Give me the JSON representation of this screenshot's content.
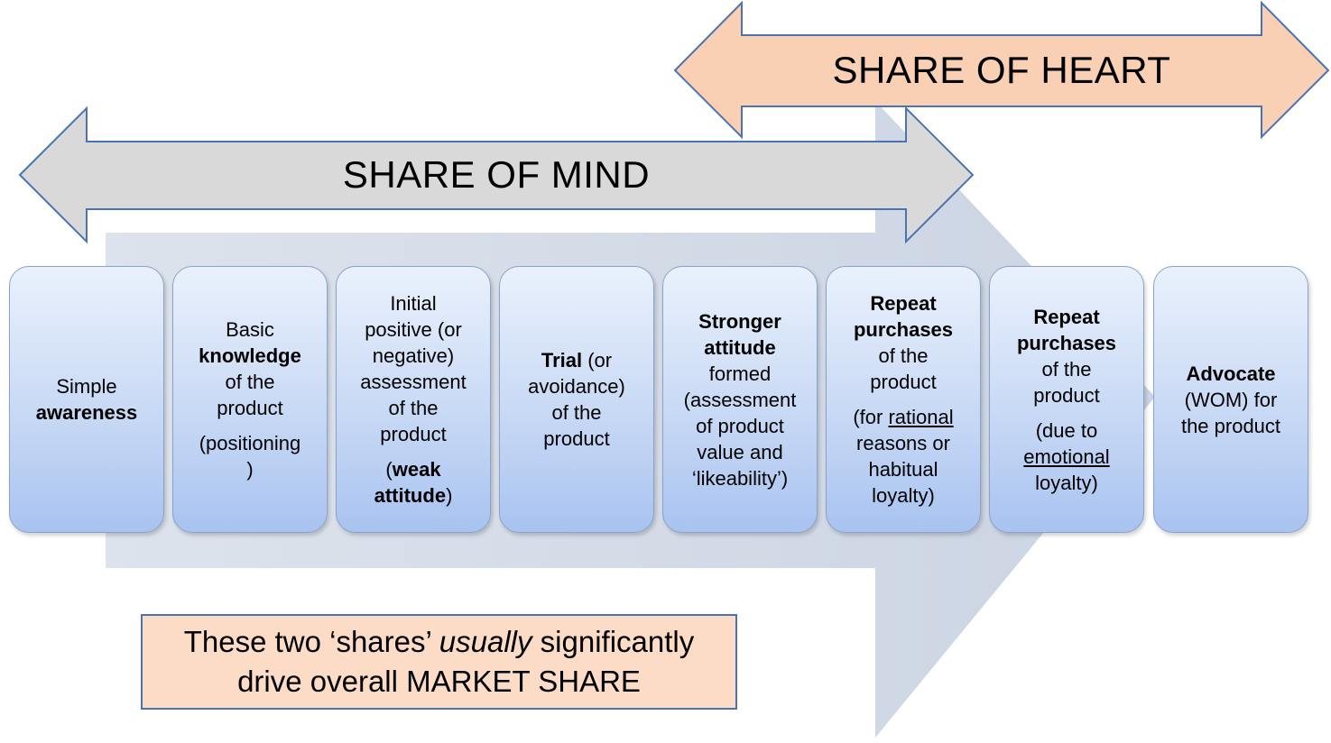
{
  "share_of_heart": "SHARE OF HEART",
  "share_of_mind": "SHARE OF MIND",
  "steps": [
    {
      "lines": [
        [
          [
            "Simple",
            false
          ]
        ],
        [
          [
            "awareness",
            true
          ]
        ]
      ]
    },
    {
      "lines": [
        [
          [
            "Basic",
            false
          ]
        ],
        [
          [
            "knowledge",
            true
          ]
        ],
        [
          [
            "of the",
            false
          ]
        ],
        [
          [
            "product",
            false
          ]
        ]
      ],
      "extra": [
        [
          [
            "(positioning",
            false
          ]
        ],
        [
          [
            ")",
            false
          ]
        ]
      ]
    },
    {
      "lines": [
        [
          [
            "Initial",
            false
          ]
        ],
        [
          [
            "positive (or",
            false
          ]
        ],
        [
          [
            "negative)",
            false
          ]
        ],
        [
          [
            "assessment",
            false
          ]
        ],
        [
          [
            "of the",
            false
          ]
        ],
        [
          [
            "product",
            false
          ]
        ]
      ],
      "extra": [
        [
          [
            "(",
            false
          ],
          [
            "weak",
            true
          ]
        ],
        [
          [
            "attitude",
            true
          ],
          [
            ")",
            false
          ]
        ]
      ]
    },
    {
      "lines": [
        [
          [
            "Trial",
            true
          ],
          [
            " (or",
            false
          ]
        ],
        [
          [
            "avoidance)",
            false
          ]
        ],
        [
          [
            "of the",
            false
          ]
        ],
        [
          [
            "product",
            false
          ]
        ]
      ]
    },
    {
      "lines": [
        [
          [
            "Stronger",
            true
          ]
        ],
        [
          [
            "attitude",
            true
          ]
        ],
        [
          [
            "formed",
            false
          ]
        ],
        [
          [
            "(assessment",
            false
          ]
        ],
        [
          [
            "of product",
            false
          ]
        ],
        [
          [
            "value and",
            false
          ]
        ],
        [
          [
            "‘likeability’)",
            false
          ]
        ]
      ]
    },
    {
      "lines": [
        [
          [
            "Repeat",
            true
          ]
        ],
        [
          [
            "purchases",
            true
          ]
        ],
        [
          [
            "of the",
            false
          ]
        ],
        [
          [
            "product",
            false
          ]
        ]
      ],
      "extra": [
        [
          [
            "(for ",
            false
          ],
          [
            "rational",
            false,
            true
          ]
        ],
        [
          [
            "reasons or",
            false
          ]
        ],
        [
          [
            "habitual",
            false
          ]
        ],
        [
          [
            "loyalty)",
            false
          ]
        ]
      ]
    },
    {
      "lines": [
        [
          [
            "Repeat",
            true
          ]
        ],
        [
          [
            "purchases",
            true
          ]
        ],
        [
          [
            "of the",
            false
          ]
        ],
        [
          [
            "product",
            false
          ]
        ]
      ],
      "extra": [
        [
          [
            "(due to",
            false
          ]
        ],
        [
          [
            "emotional",
            false,
            true
          ]
        ],
        [
          [
            "loyalty)",
            false
          ]
        ]
      ]
    },
    {
      "lines": [
        [
          [
            "Advocate",
            true
          ]
        ],
        [
          [
            "(WOM) for",
            false
          ]
        ],
        [
          [
            "the product",
            false
          ]
        ]
      ]
    }
  ],
  "note": {
    "line1_a": "These two ‘shares’ ",
    "line1_b": "usually",
    "line1_c": " significantly",
    "line2": "drive overall MARKET SHARE"
  },
  "colors": {
    "mind_arrow_fill": "#d9d9d9",
    "heart_arrow_fill": "#fad0b4",
    "arrow_stroke": "#4b73b1",
    "big_arrow_fill": "#d2dae6",
    "note_fill": "#fcdcc6"
  }
}
